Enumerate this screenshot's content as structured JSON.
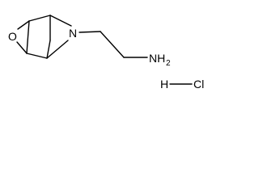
{
  "molecule": {
    "atoms": {
      "oxygen": "O",
      "ring_nitrogen": "N",
      "amine": "NH",
      "amine_subscript": "2"
    },
    "salt": {
      "hydrogen": "H",
      "chlorine": "Cl"
    }
  }
}
